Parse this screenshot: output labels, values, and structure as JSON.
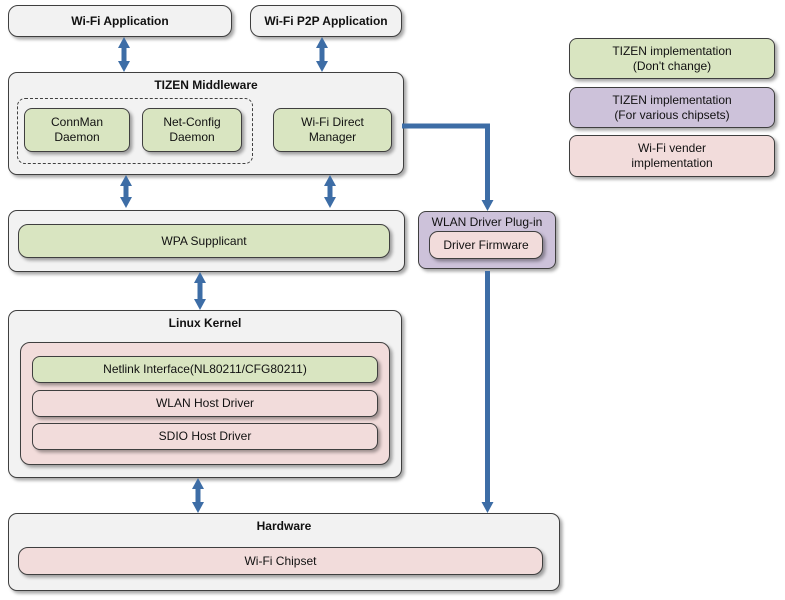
{
  "colors": {
    "green": "#d9e5c1",
    "purple": "#cdc2da",
    "pink": "#f2dcdb",
    "gray": "#f2f2f2",
    "border": "#3f3f3f",
    "arrow": "#3d6da6"
  },
  "nodes": {
    "wifi_app": {
      "label": "Wi-Fi Application"
    },
    "wifi_p2p_app": {
      "label": "Wi-Fi P2P Application"
    },
    "tizen_middleware": {
      "title": "TIZEN Middleware"
    },
    "connman": {
      "lines": [
        "ConnMan",
        "Daemon"
      ]
    },
    "netconfig": {
      "lines": [
        "Net-Config",
        "Daemon"
      ]
    },
    "wifi_direct": {
      "lines": [
        "Wi-Fi Direct",
        "Manager"
      ]
    },
    "wpa_supplicant": {
      "label": "WPA Supplicant"
    },
    "wlan_plugin": {
      "title": "WLAN Driver Plug-in"
    },
    "driver_firmware": {
      "label": "Driver Firmware"
    },
    "linux_kernel": {
      "title": "Linux Kernel"
    },
    "netlink": {
      "label": "Netlink Interface(NL80211/CFG80211)"
    },
    "wlan_host": {
      "label": "WLAN Host Driver"
    },
    "sdio_host": {
      "label": "SDIO Host Driver"
    },
    "hardware": {
      "title": "Hardware"
    },
    "wifi_chipset": {
      "label": "Wi-Fi Chipset"
    }
  },
  "legend": {
    "items": [
      {
        "lines": [
          "TIZEN implementation",
          "(Don't change)"
        ]
      },
      {
        "lines": [
          "TIZEN implementation",
          "(For various chipsets)"
        ]
      },
      {
        "lines": [
          "Wi-Fi vender",
          "implementation"
        ]
      }
    ]
  }
}
